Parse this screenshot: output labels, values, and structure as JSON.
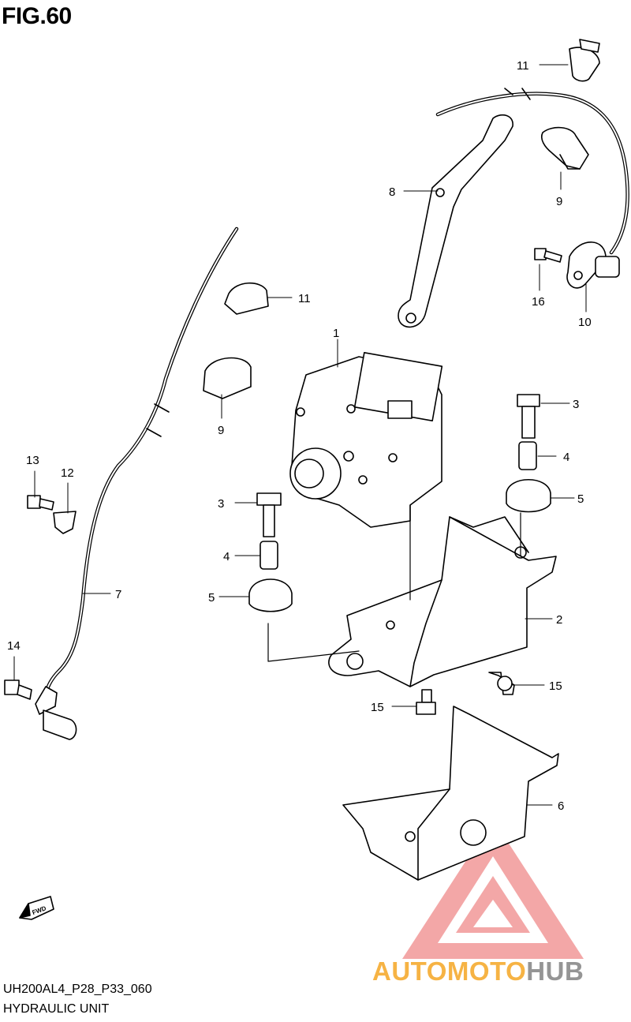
{
  "figure": {
    "title": "FIG.60",
    "code": "UH200AL4_P28_P33_060",
    "name": "HYDRAULIC UNIT"
  },
  "callouts": [
    {
      "id": "c1",
      "label": "1"
    },
    {
      "id": "c2",
      "label": "2"
    },
    {
      "id": "c3a",
      "label": "3"
    },
    {
      "id": "c3b",
      "label": "3"
    },
    {
      "id": "c4a",
      "label": "4"
    },
    {
      "id": "c4b",
      "label": "4"
    },
    {
      "id": "c5a",
      "label": "5"
    },
    {
      "id": "c5b",
      "label": "5"
    },
    {
      "id": "c6",
      "label": "6"
    },
    {
      "id": "c7",
      "label": "7"
    },
    {
      "id": "c8",
      "label": "8"
    },
    {
      "id": "c9a",
      "label": "9"
    },
    {
      "id": "c9b",
      "label": "9"
    },
    {
      "id": "c10",
      "label": "10"
    },
    {
      "id": "c11a",
      "label": "11"
    },
    {
      "id": "c11b",
      "label": "11"
    },
    {
      "id": "c12",
      "label": "12"
    },
    {
      "id": "c13",
      "label": "13"
    },
    {
      "id": "c14",
      "label": "14"
    },
    {
      "id": "c15a",
      "label": "15"
    },
    {
      "id": "c15b",
      "label": "15"
    },
    {
      "id": "c16",
      "label": "16"
    }
  ],
  "fwd_arrow": {
    "label": "FWD"
  },
  "watermark": {
    "part1": "AUTO",
    "part2": "MOTO",
    "part3": "HUB",
    "color_orange": "#f5a623",
    "color_red": "#e05252",
    "color_gray": "#8a8a8a"
  }
}
